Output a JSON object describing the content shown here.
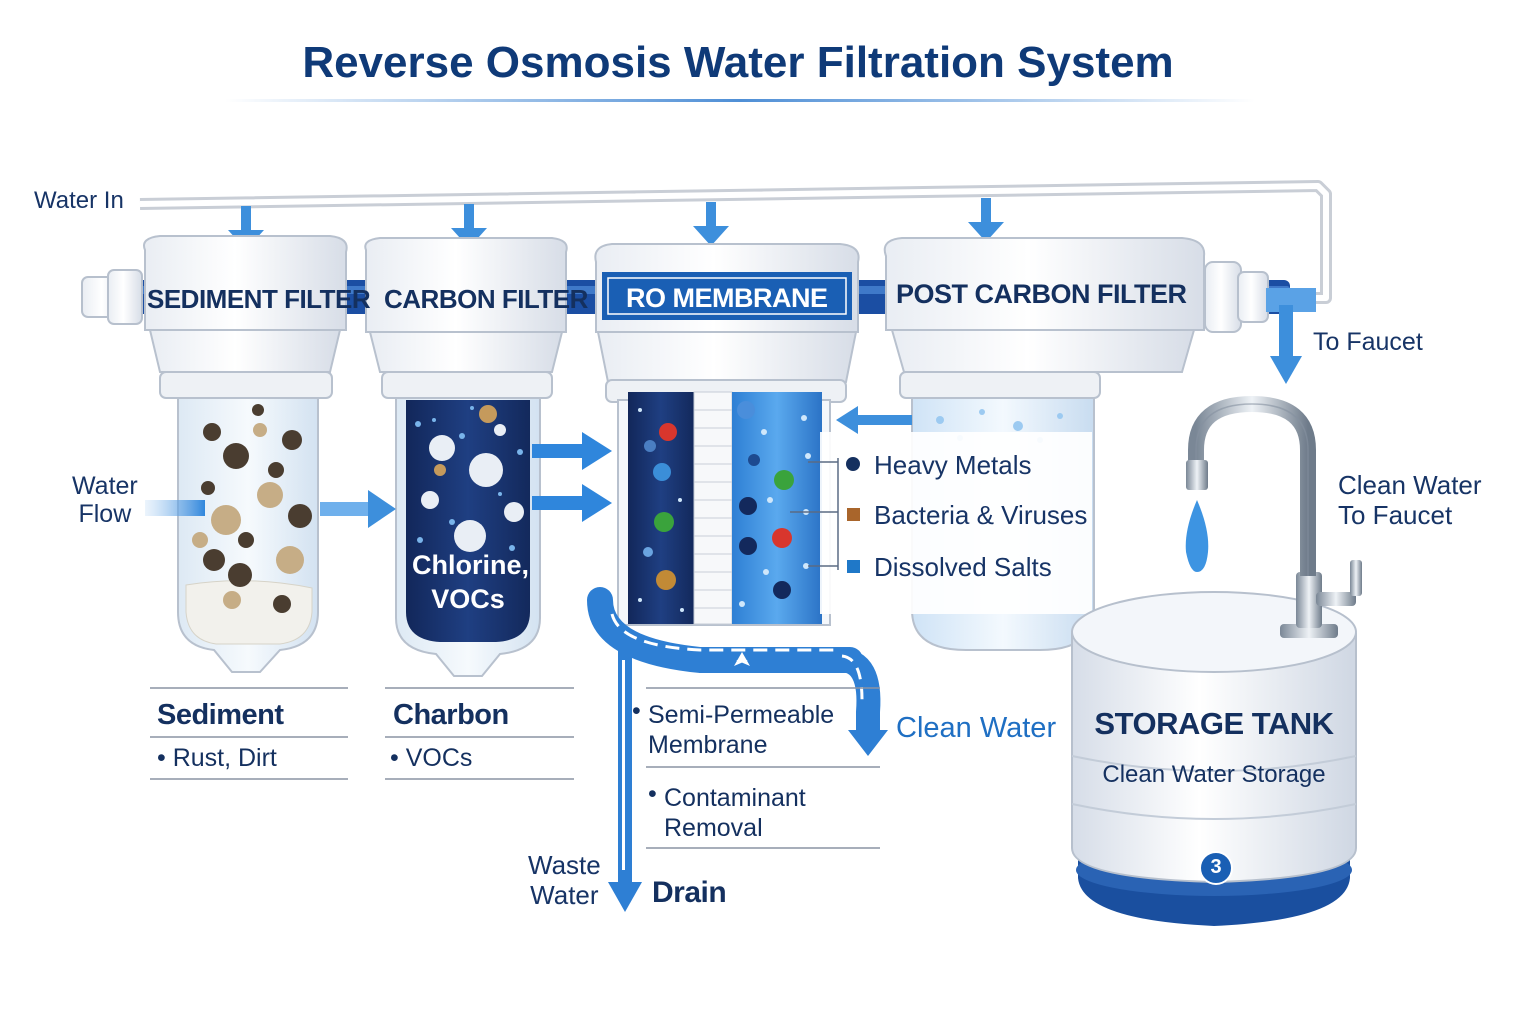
{
  "title": "Reverse Osmosis Water Filtration System",
  "flow_labels": {
    "water_in": "Water In",
    "water_flow": "Water\nFlow",
    "to_faucet": "To Faucet",
    "clean_water_to_faucet": "Clean Water\nTo Faucet",
    "clean_water": "Clean Water",
    "waste_water": "Waste\nWater",
    "drain": "Drain"
  },
  "stages": [
    {
      "name": "SEDIMENT FILTER",
      "caption": "Sediment",
      "bullet": "Rust, Dirt"
    },
    {
      "name": "CARBON FILTER",
      "caption": "Charbon",
      "bullet": "VOCs",
      "inner_text": "Chlorine,\nVOCs"
    },
    {
      "name": "RO MEMBRANE",
      "caption_lines": [
        "Semi-Permeable\nMembrane",
        "Contaminant\nRemoval"
      ]
    },
    {
      "name": "POST CARBON FILTER"
    }
  ],
  "contaminants": [
    {
      "label": "Heavy Metals",
      "marker": "circle",
      "color": "#15305f"
    },
    {
      "label": "Bacteria & Viruses",
      "marker": "square",
      "color": "#a9652b"
    },
    {
      "label": "Dissolved Salts",
      "marker": "square",
      "color": "#1f78c8"
    }
  ],
  "storage_tank": {
    "title": "STORAGE TANK",
    "subtitle": "Clean Water Storage",
    "badge": "3"
  },
  "colors": {
    "title": "#0f3a78",
    "pipe_blue": "#1a5fb4",
    "arrow_blue": "#3d8fdc",
    "dark_navy": "#14305f"
  },
  "icon_names": [
    "faucet-icon",
    "water-drop-icon",
    "flow-arrow-icon"
  ]
}
